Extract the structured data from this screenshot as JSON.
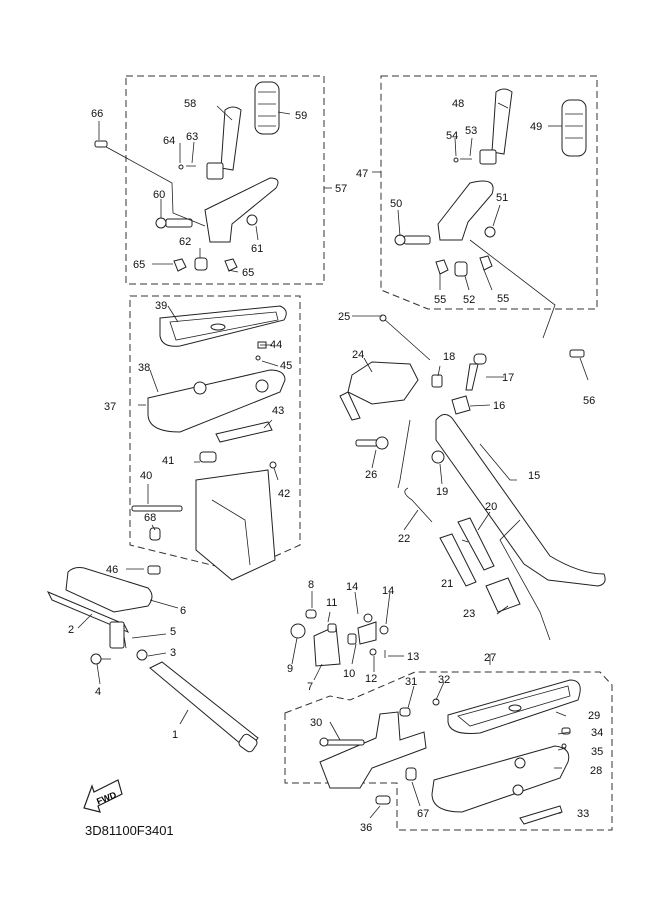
{
  "diagram": {
    "type": "exploded-parts-diagram",
    "drawing_code": "3D81100F3401",
    "direction_indicator": "FWD",
    "groups": [
      {
        "id": "57",
        "label": "57",
        "contains": [
          "58",
          "59",
          "60",
          "61",
          "62",
          "63",
          "64",
          "65"
        ]
      },
      {
        "id": "47",
        "label": "47",
        "contains": [
          "48",
          "49",
          "50",
          "51",
          "52",
          "53",
          "54",
          "55"
        ]
      },
      {
        "id": "37",
        "label": "37",
        "contains": [
          "38",
          "39",
          "40",
          "41",
          "42",
          "43",
          "44",
          "45",
          "68"
        ]
      },
      {
        "id": "27",
        "label": "27",
        "contains": [
          "28",
          "29",
          "30",
          "31",
          "32",
          "33",
          "34",
          "35"
        ]
      }
    ],
    "callouts": [
      {
        "id": "1",
        "text": "1"
      },
      {
        "id": "2",
        "text": "2"
      },
      {
        "id": "3",
        "text": "3"
      },
      {
        "id": "4",
        "text": "4"
      },
      {
        "id": "5",
        "text": "5"
      },
      {
        "id": "6",
        "text": "6"
      },
      {
        "id": "7",
        "text": "7"
      },
      {
        "id": "8",
        "text": "8"
      },
      {
        "id": "9",
        "text": "9"
      },
      {
        "id": "10",
        "text": "10"
      },
      {
        "id": "11",
        "text": "11"
      },
      {
        "id": "12",
        "text": "12"
      },
      {
        "id": "13",
        "text": "13"
      },
      {
        "id": "14a",
        "text": "14"
      },
      {
        "id": "14b",
        "text": "14"
      },
      {
        "id": "15",
        "text": "15"
      },
      {
        "id": "16",
        "text": "16"
      },
      {
        "id": "17",
        "text": "17"
      },
      {
        "id": "18",
        "text": "18"
      },
      {
        "id": "19",
        "text": "19"
      },
      {
        "id": "20",
        "text": "20"
      },
      {
        "id": "21",
        "text": "21"
      },
      {
        "id": "22",
        "text": "22"
      },
      {
        "id": "23",
        "text": "23"
      },
      {
        "id": "24",
        "text": "24"
      },
      {
        "id": "25",
        "text": "25"
      },
      {
        "id": "26",
        "text": "26"
      },
      {
        "id": "27",
        "text": "27"
      },
      {
        "id": "28",
        "text": "28"
      },
      {
        "id": "29",
        "text": "29"
      },
      {
        "id": "30",
        "text": "30"
      },
      {
        "id": "31",
        "text": "31"
      },
      {
        "id": "32",
        "text": "32"
      },
      {
        "id": "33",
        "text": "33"
      },
      {
        "id": "34",
        "text": "34"
      },
      {
        "id": "35",
        "text": "35"
      },
      {
        "id": "36",
        "text": "36"
      },
      {
        "id": "37",
        "text": "37"
      },
      {
        "id": "38",
        "text": "38"
      },
      {
        "id": "39",
        "text": "39"
      },
      {
        "id": "40",
        "text": "40"
      },
      {
        "id": "41",
        "text": "41"
      },
      {
        "id": "42",
        "text": "42"
      },
      {
        "id": "43",
        "text": "43"
      },
      {
        "id": "44",
        "text": "44"
      },
      {
        "id": "45",
        "text": "45"
      },
      {
        "id": "46",
        "text": "46"
      },
      {
        "id": "47",
        "text": "47"
      },
      {
        "id": "48",
        "text": "48"
      },
      {
        "id": "49",
        "text": "49"
      },
      {
        "id": "50",
        "text": "50"
      },
      {
        "id": "51",
        "text": "51"
      },
      {
        "id": "52",
        "text": "52"
      },
      {
        "id": "53",
        "text": "53"
      },
      {
        "id": "54",
        "text": "54"
      },
      {
        "id": "55a",
        "text": "55"
      },
      {
        "id": "55b",
        "text": "55"
      },
      {
        "id": "56",
        "text": "56"
      },
      {
        "id": "57",
        "text": "57"
      },
      {
        "id": "58",
        "text": "58"
      },
      {
        "id": "59",
        "text": "59"
      },
      {
        "id": "60",
        "text": "60"
      },
      {
        "id": "61",
        "text": "61"
      },
      {
        "id": "62",
        "text": "62"
      },
      {
        "id": "63",
        "text": "63"
      },
      {
        "id": "64",
        "text": "64"
      },
      {
        "id": "65a",
        "text": "65"
      },
      {
        "id": "65b",
        "text": "65"
      },
      {
        "id": "66",
        "text": "66"
      },
      {
        "id": "67",
        "text": "67"
      },
      {
        "id": "68",
        "text": "68"
      }
    ]
  }
}
